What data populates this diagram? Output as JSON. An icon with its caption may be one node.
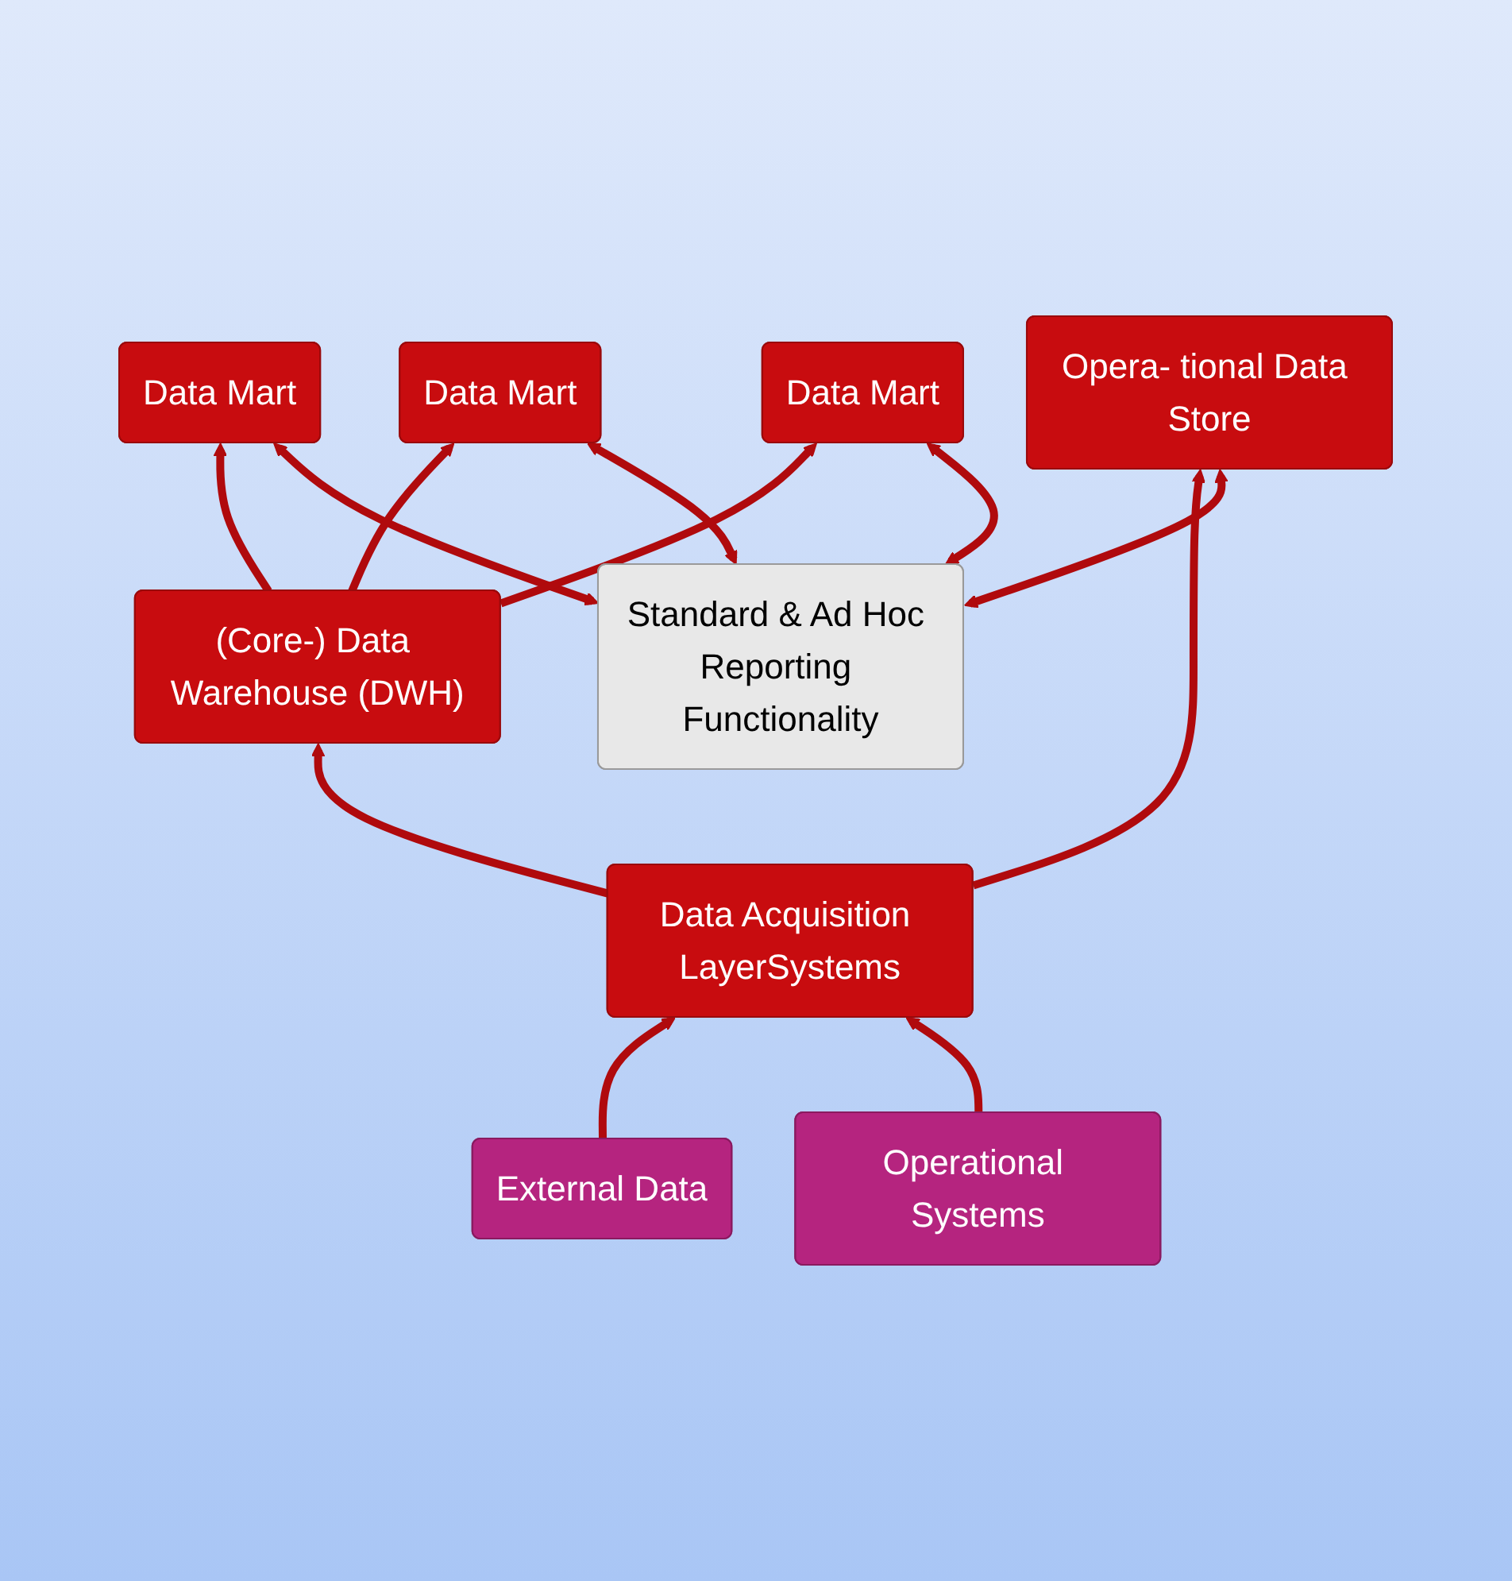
{
  "diagram": {
    "nodes": [
      {
        "text": [
          "Standard & Ad Hoc Reporting Functionality"
        ]
      },
      {
        "text": [
          "Data Mart"
        ]
      },
      {
        "text": [
          "Data Mart"
        ]
      },
      {
        "text": [
          "Data Mart"
        ]
      },
      {
        "text": [
          "Opera- tional Data Store"
        ]
      },
      {
        "text": [
          "(Core-) Data Warehouse (DWH)"
        ]
      },
      {
        "text": [
          "Data Acquisition LayerSystems"
        ]
      },
      {
        "text": [
          "Operational Systems"
        ]
      },
      {
        "text": [
          "External Data"
        ]
      }
    ],
    "edges": [
      {
        "from": 0,
        "to": 1,
        "arrow": "both"
      },
      {
        "from": 0,
        "to": 2,
        "arrow": "both"
      },
      {
        "from": 0,
        "to": 3,
        "arrow": "both"
      },
      {
        "from": 0,
        "to": 4,
        "arrow": "both"
      },
      {
        "from": 5,
        "to": 1,
        "arrow": "to"
      },
      {
        "from": 5,
        "to": 2,
        "arrow": "to"
      },
      {
        "from": 5,
        "to": 3,
        "arrow": "to"
      },
      {
        "from": 6,
        "to": 5,
        "arrow": "to"
      },
      {
        "from": 6,
        "to": 4,
        "arrow": "to"
      },
      {
        "from": 7,
        "to": 6,
        "arrow": "to"
      },
      {
        "from": 8,
        "to": 6,
        "arrow": "to"
      }
    ]
  }
}
